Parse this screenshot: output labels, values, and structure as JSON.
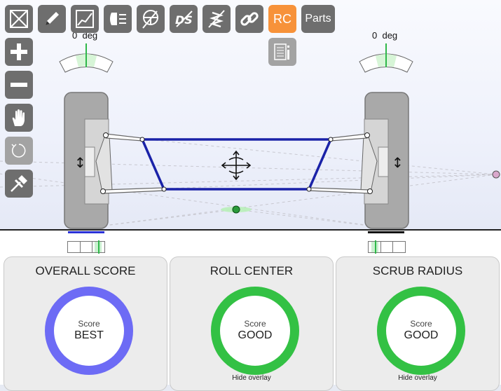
{
  "toolbar": {
    "buttons": [
      {
        "name": "fit-view-icon"
      },
      {
        "name": "pencil-icon"
      },
      {
        "name": "graph-icon"
      },
      {
        "name": "headlight-icon"
      },
      {
        "name": "steering-wheel-icon"
      },
      {
        "name": "ds-icon",
        "label": "DS"
      },
      {
        "name": "spring-icon"
      },
      {
        "name": "chain-link-icon"
      },
      {
        "name": "rc-button",
        "label": "RC",
        "color": "#f7923a"
      },
      {
        "name": "parts-button",
        "label": "Parts"
      }
    ],
    "info_icon": "report-info-icon"
  },
  "side_tools": [
    "zoom-in-icon",
    "zoom-out-icon",
    "pan-hand-icon",
    "rotate-icon",
    "pin-icon"
  ],
  "camber": {
    "left": {
      "value": "0",
      "unit": "deg"
    },
    "right": {
      "value": "0",
      "unit": "deg"
    }
  },
  "panels": [
    {
      "title": "OVERALL SCORE",
      "score_label": "Score",
      "score_value": "BEST",
      "ring_color": "#6d6bf5",
      "link": ""
    },
    {
      "title": "ROLL CENTER",
      "score_label": "Score",
      "score_value": "GOOD",
      "ring_color": "#33c144",
      "link": "Hide overlay"
    },
    {
      "title": "SCRUB RADIUS",
      "score_label": "Score",
      "score_value": "GOOD",
      "ring_color": "#33c144",
      "link": "Hide overlay"
    }
  ],
  "colors": {
    "arm": "#1a22a8",
    "roll_center": "#2a9a3a",
    "instant_center": "#d9a8cc",
    "left_contact": "#2b32d8",
    "right_contact": "#111111"
  }
}
